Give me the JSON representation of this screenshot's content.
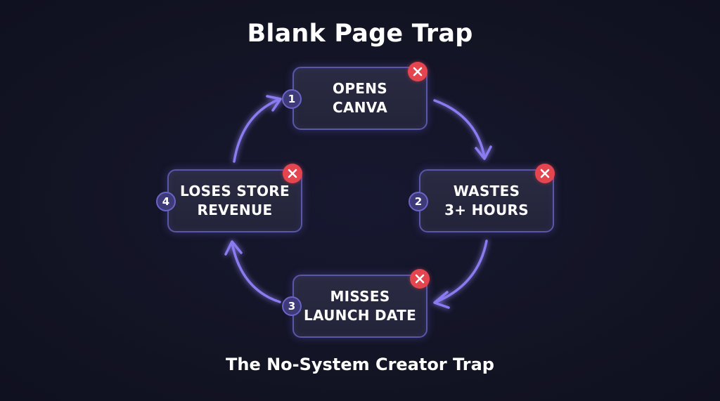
{
  "title": "Blank Page Trap",
  "subtitle": "The No-System Creator Trap",
  "steps": [
    {
      "number": "1",
      "line1": "OPENS",
      "line2": "CANVA"
    },
    {
      "number": "2",
      "line1": "WASTES",
      "line2": "3+ HOURS"
    },
    {
      "number": "3",
      "line1": "MISSES",
      "line2": "LAUNCH DATE"
    },
    {
      "number": "4",
      "line1": "LOSES STORE",
      "line2": "REVENUE"
    }
  ],
  "colors": {
    "background": "#131424",
    "box_border": "#5a56a8",
    "arrow": "#8a7cf0",
    "x_badge": "#e5454f",
    "number_badge": "#3e3a78"
  },
  "icons": {
    "x_mark": "close-icon",
    "arrow": "curved-arrow-icon"
  }
}
